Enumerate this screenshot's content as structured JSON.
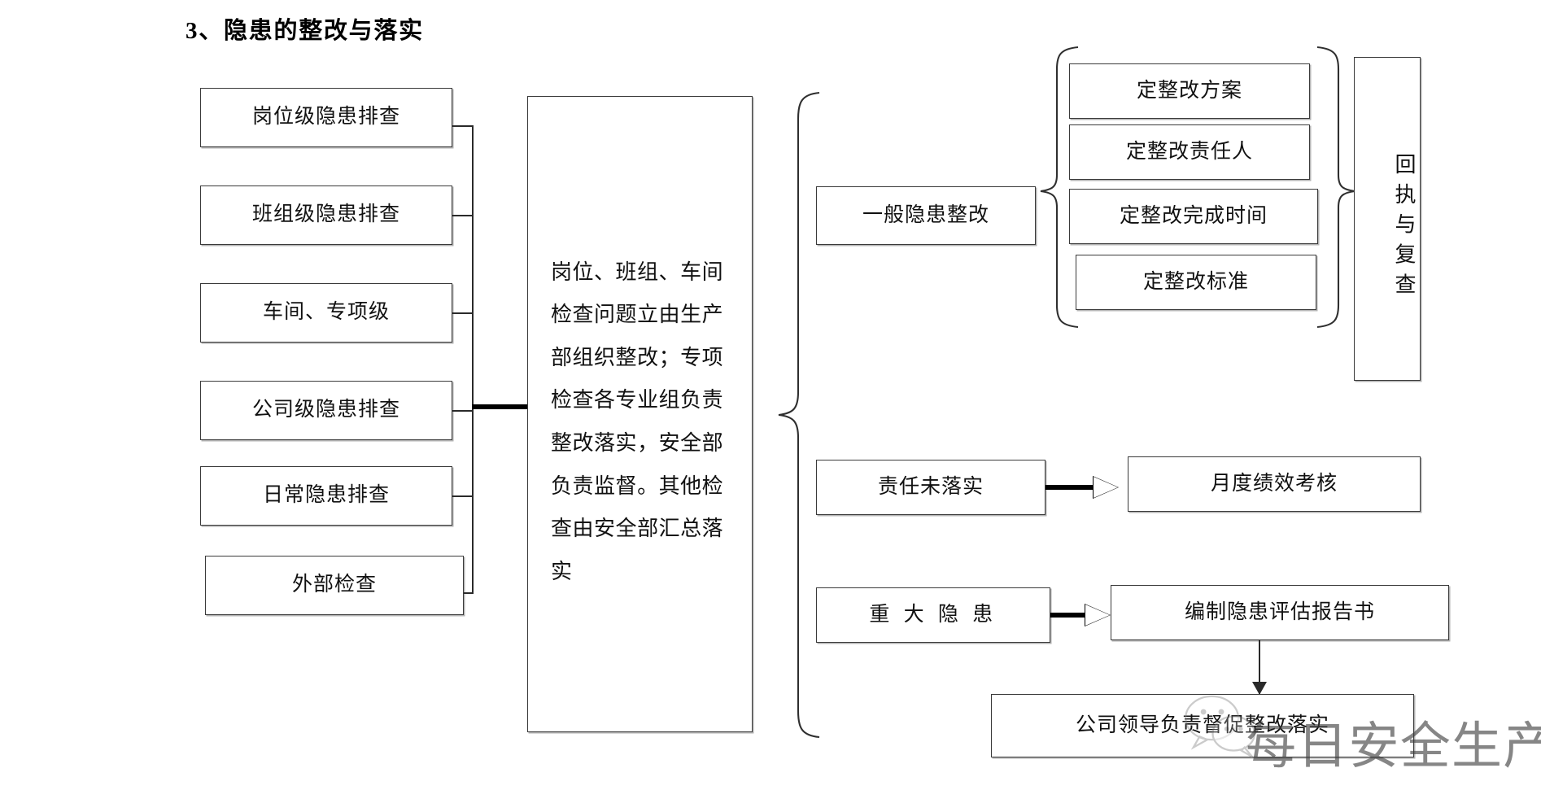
{
  "document": {
    "title": "3、隐患的整改与落实"
  },
  "flow": {
    "inputs": [
      {
        "label": "岗位级隐患排查"
      },
      {
        "label": "班组级隐患排查"
      },
      {
        "label": "车间、专项级"
      },
      {
        "label": "公司级隐患排查"
      },
      {
        "label": "日常隐患排查"
      },
      {
        "label": "外部检查"
      }
    ],
    "process": {
      "text": "岗位、班组、车间检查问题立由生产部组织整改；专项检查各专业组负责整改落实，安全部负责监督。其他检查由安全部汇总落实"
    },
    "branches": {
      "general": {
        "label": "一般隐患整改",
        "items": [
          {
            "label": "定整改方案"
          },
          {
            "label": "定整改责任人"
          },
          {
            "label": "定整改完成时间"
          },
          {
            "label": "定整改标准"
          }
        ]
      },
      "receipt": {
        "label": "回执与复查"
      },
      "unfulfilled": {
        "from": "责任未落实",
        "to": "月度绩效考核"
      },
      "major": {
        "from": "重 大 隐 患",
        "to": "编制隐患评估报告书",
        "final": "公司领导负责督促整改落实"
      }
    }
  },
  "watermark": {
    "text": "每日安全生产",
    "logo": "wechat-logo-icon"
  },
  "colors": {
    "ink": "#111111",
    "stroke": "#3a3a3a",
    "background": "#ffffff"
  }
}
